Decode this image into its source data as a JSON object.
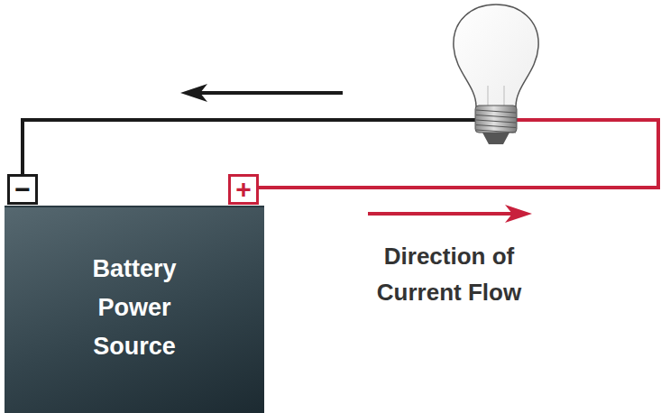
{
  "diagram": {
    "nodes": [
      {
        "text": [
          "−"
        ]
      },
      {
        "text": [
          "+"
        ]
      },
      {
        "text": [
          "Battery Power Source"
        ]
      }
    ],
    "labels": [
      "Direction of Current Flow"
    ]
  }
}
